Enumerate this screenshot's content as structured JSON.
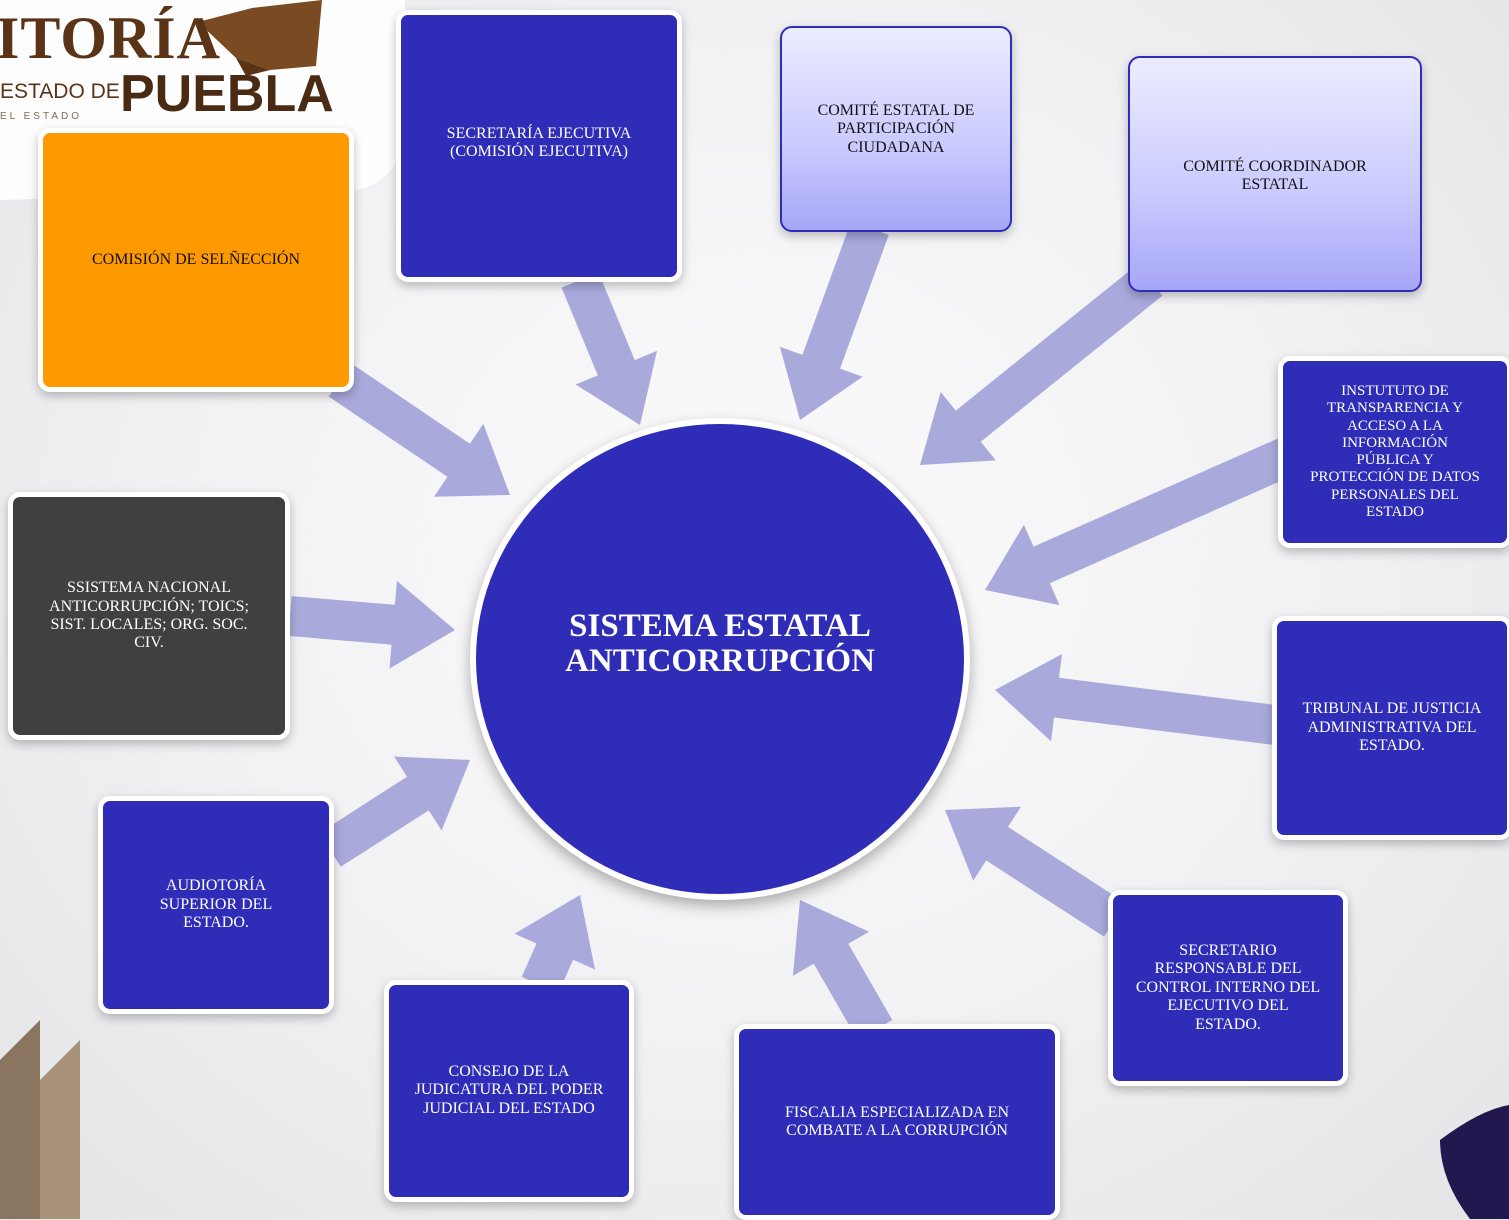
{
  "logo": {
    "word_top": "ITORÍA",
    "estado_de": "ESTADO DE",
    "puebla": "PUEBLA",
    "del_estado": "EL ESTADO"
  },
  "center": {
    "label": "SISTEMA ESTATAL\nANTICORRUPCIÓN"
  },
  "nodes": {
    "comision_seleccion": "COMISIÓN DE SELÑECCIÓN",
    "secretaria_ejecutiva": "SECRETARÍA EJECUTIVA\n(COMISIÓN EJECUTIVA)",
    "comite_participacion": "COMITÉ ESTATAL DE\nPARTICIPACIÓN\nCIUDADANA",
    "comite_coordinador": "COMITÉ COORDINADOR\nESTATAL",
    "instituto_transparencia": "INSTUTUTO DE\nTRANSPARENCIA Y\nACCESO A LA\nINFORMACIÓN\nPÚBLICA Y\nPROTECCIÓN DE DATOS\nPERSONALES DEL\nESTADO",
    "tribunal_justicia": "TRIBUNAL DE JUSTICIA\nADMINISTRATIVA DEL\nESTADO.",
    "secretario_control": "SECRETARIO\nRESPONSABLE DEL\nCONTROL INTERNO DEL\nEJECUTIVO DEL\nESTADO.",
    "fiscalia": "FISCALIA ESPECIALIZADA EN\nCOMBATE A LA CORRUPCIÓN",
    "consejo_judicatura": "CONSEJO DE LA\nJUDICATURA DEL PODER\nJUDICIAL DEL ESTADO",
    "auditoria": "AUDIOTORÍA\nSUPERIOR DEL\nESTADO.",
    "sistema_nacional": "SSISTEMA NACIONAL\nANTICORRUPCIÓN; TOICS;\nSIST. LOCALES; ORG. SOC.\nCIV."
  },
  "colors": {
    "node_blue": "#2f2db7",
    "node_orange": "#ff9900",
    "node_dark": "#404040",
    "arrow": "#a9a9dc",
    "logo_brown": "#5b3417"
  }
}
